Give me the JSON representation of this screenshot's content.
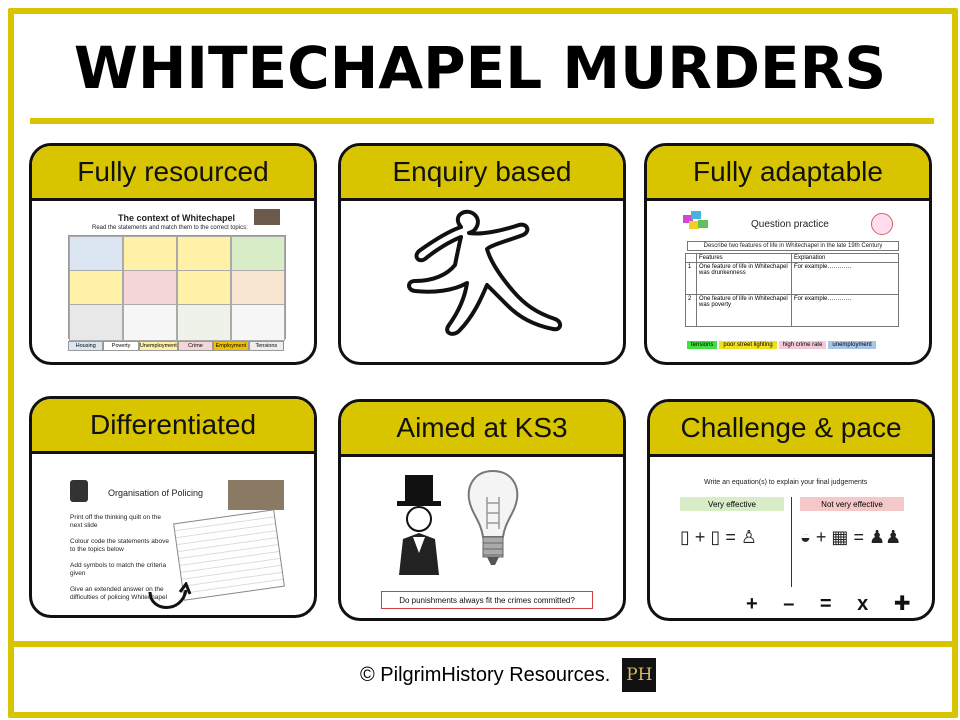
{
  "title": "WHITECHAPEL MURDERS",
  "colors": {
    "accent": "#d8c500",
    "border": "#111111"
  },
  "cards": [
    {
      "heading": "Fully resourced",
      "preview": {
        "title": "The context of Whitechapel",
        "subtitle": "Read the statements and match them to the correct topics:",
        "topics": [
          "Housing",
          "Poverty",
          "Unemployment",
          "Crime",
          "Employment",
          "Tensions"
        ]
      }
    },
    {
      "heading": "Enquiry based",
      "preview": {
        "icon": "chalk-outline-icon"
      }
    },
    {
      "heading": "Fully adaptable",
      "preview": {
        "title": "Question practice",
        "question": "Describe two features of life in Whitechapel in the late 19th Century",
        "col_features": "Features",
        "col_explanation": "Explanation",
        "rows": [
          {
            "num": "1",
            "feature": "One feature of life in Whitechapel was drunkenness",
            "explanation": "For example…………"
          },
          {
            "num": "2",
            "feature": "One feature of life in Whitechapel was poverty",
            "explanation": "For example…………"
          }
        ],
        "chips": [
          "tensions",
          "poor street lighting",
          "high crime rate",
          "unemployment"
        ]
      }
    },
    {
      "heading": "Differentiated",
      "preview": {
        "title": "Organisation of Policing",
        "steps": [
          "Print off the thinking quilt on the next slide",
          "Colour code the statements above to the topics below",
          "Add symbols to match the criteria given",
          "Give an extended answer on the difficulties of policing Whitechapel"
        ]
      }
    },
    {
      "heading": "Aimed at KS3",
      "preview": {
        "question": "Do punishments always fit the crimes committed?"
      }
    },
    {
      "heading": "Challenge & pace",
      "preview": {
        "title": "Write an equation(s) to explain your final judgements",
        "label_left": "Very effective",
        "label_right": "Not very effective",
        "operators": "+ – = x ✚"
      }
    }
  ],
  "footer": {
    "text": "© PilgrimHistory Resources.",
    "logo": "PH"
  }
}
